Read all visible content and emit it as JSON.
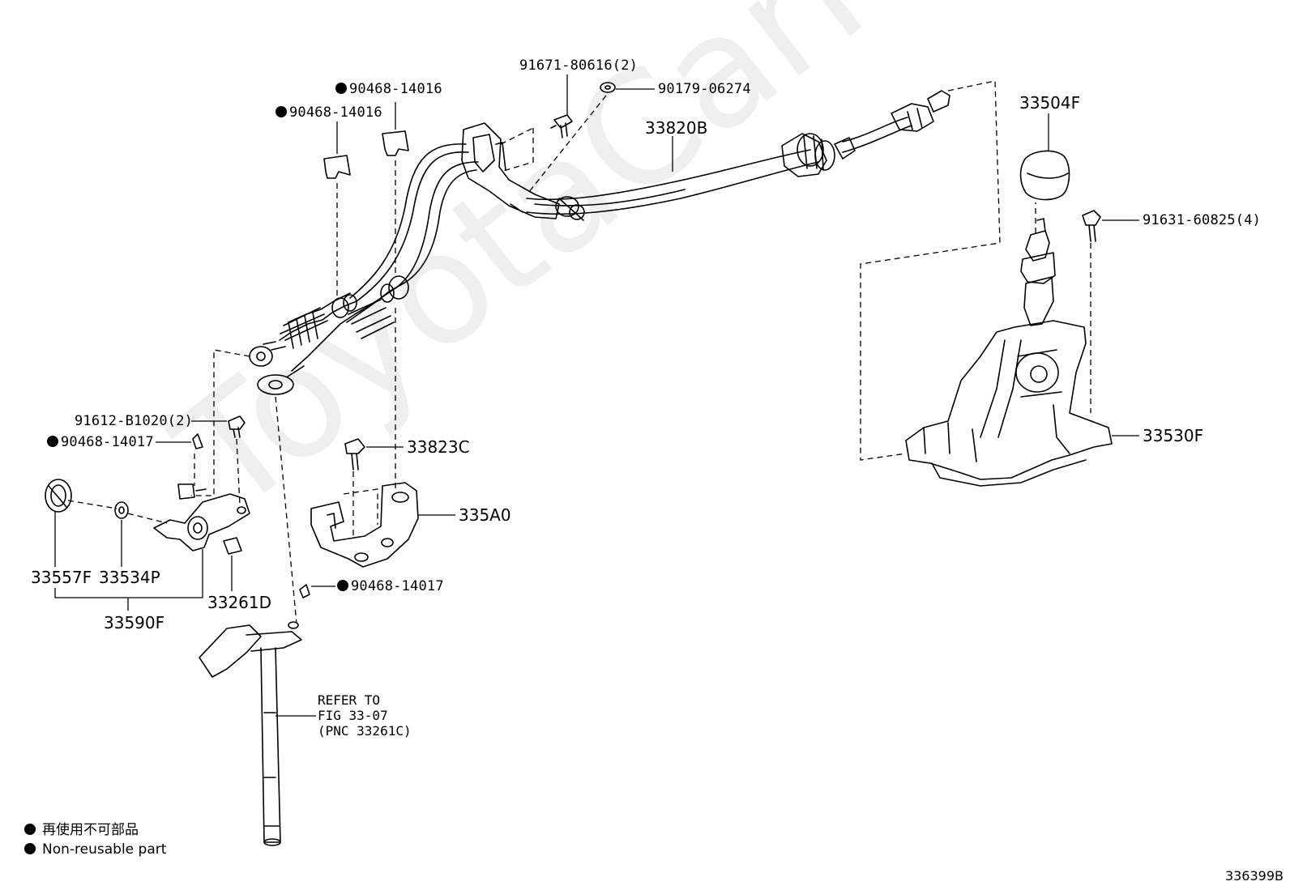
{
  "watermark": "ToyotaCarMine.ru",
  "figure_id": "336399B",
  "refer_note": {
    "line1": "REFER TO",
    "line2": "FIG 33-07",
    "line3": "(PNC 33261C)"
  },
  "legend": {
    "japanese": "再使用不可部品",
    "english": "Non-reusable part"
  },
  "labels": {
    "p91671": "91671-80616(2)",
    "p90179": "90179-06274",
    "p90468_a": "90468-14016",
    "p90468_b": "90468-14016",
    "p33820B": "33820B",
    "p33504F": "33504F",
    "p91631": "91631-60825(4)",
    "p33530F": "33530F",
    "p91612": "91612-B1020(2)",
    "p90468_c": "90468-14017",
    "p33823C": "33823C",
    "p335A0": "335A0",
    "p33557F": "33557F",
    "p33534P": "33534P",
    "p33261D": "33261D",
    "p33590F": "33590F",
    "p90468_d": "90468-14017"
  }
}
